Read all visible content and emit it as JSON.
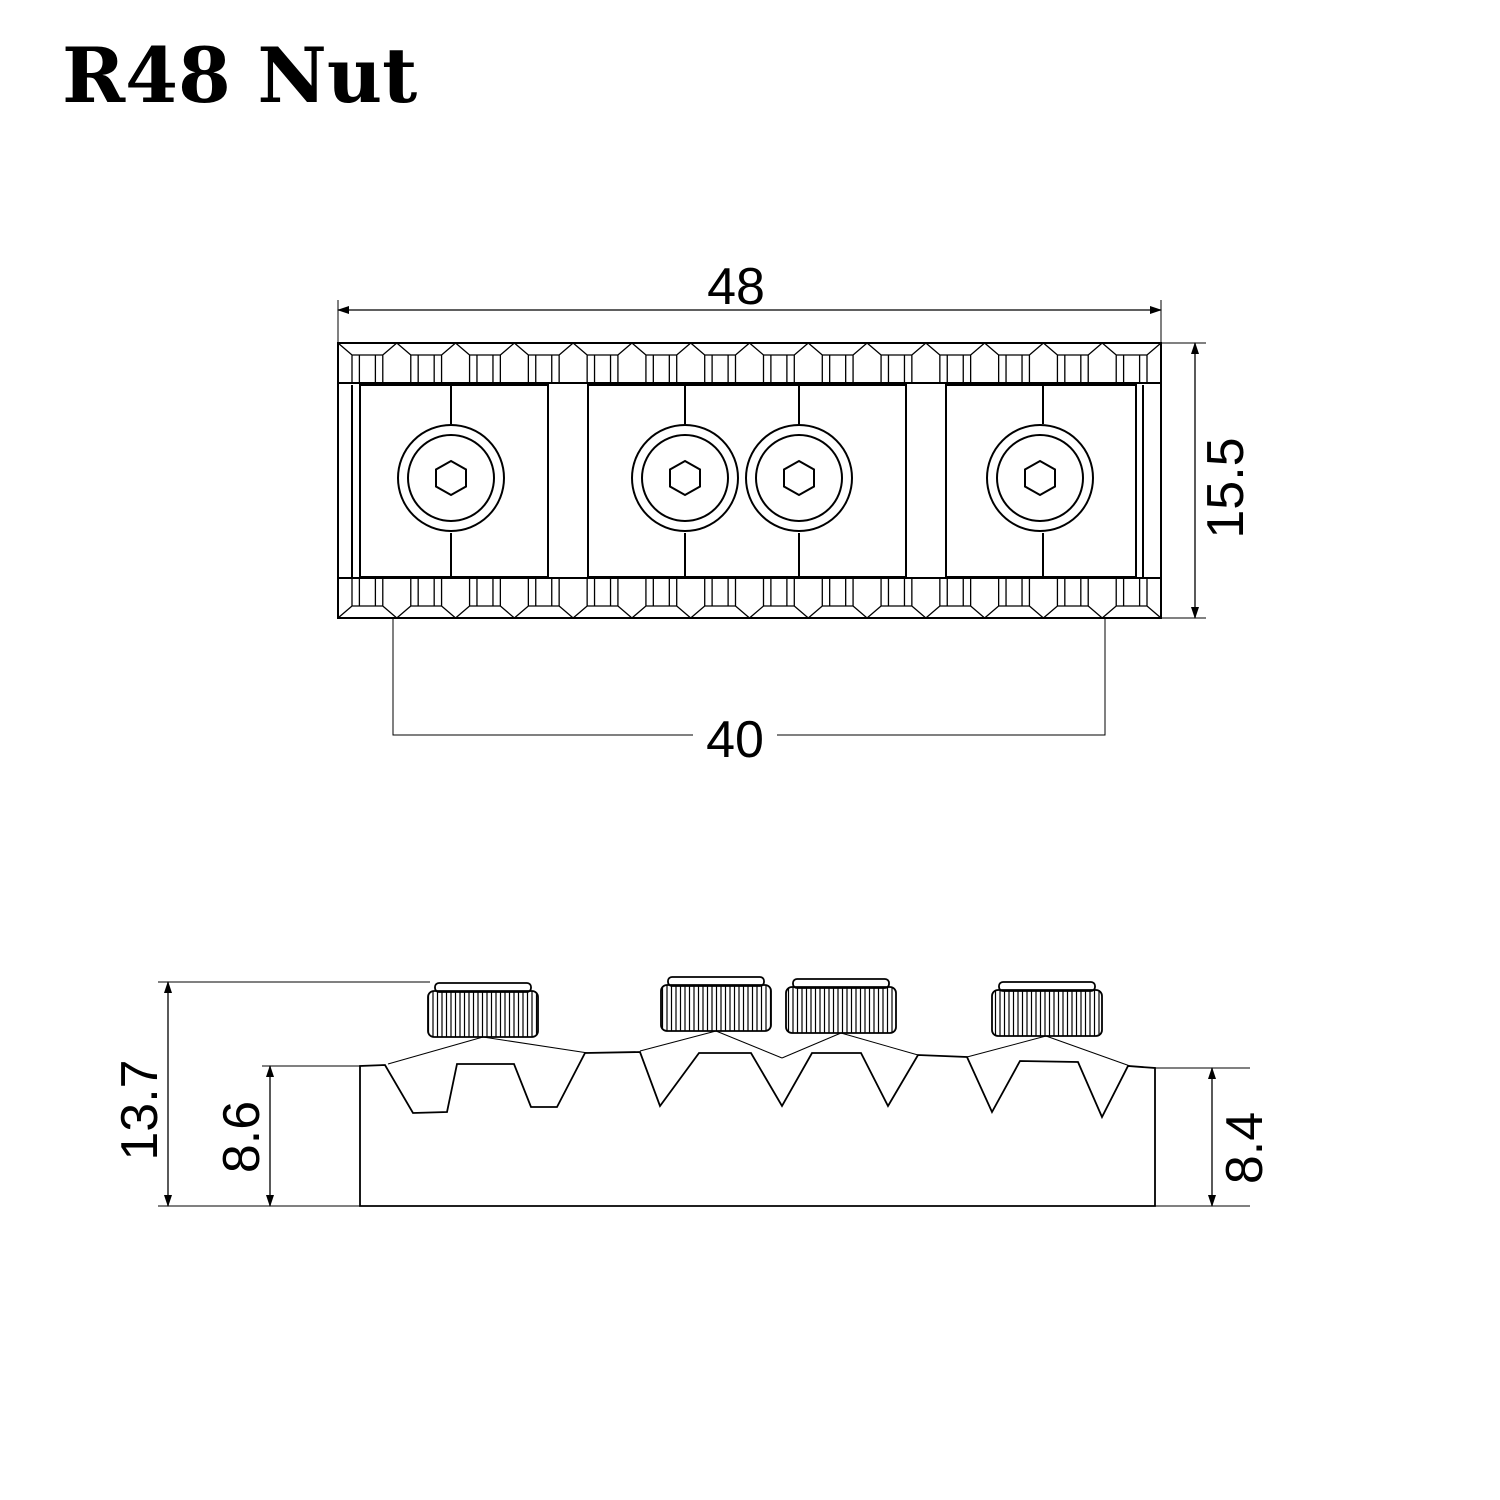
{
  "title": "R48 Nut",
  "top_view": {
    "overall_width": "48",
    "depth": "15.5",
    "mount_spacing": "40"
  },
  "side_view": {
    "overall_height": "13.7",
    "left_height": "8.6",
    "right_height": "8.4"
  },
  "colors": {
    "line": "#000000",
    "background": "#ffffff"
  }
}
